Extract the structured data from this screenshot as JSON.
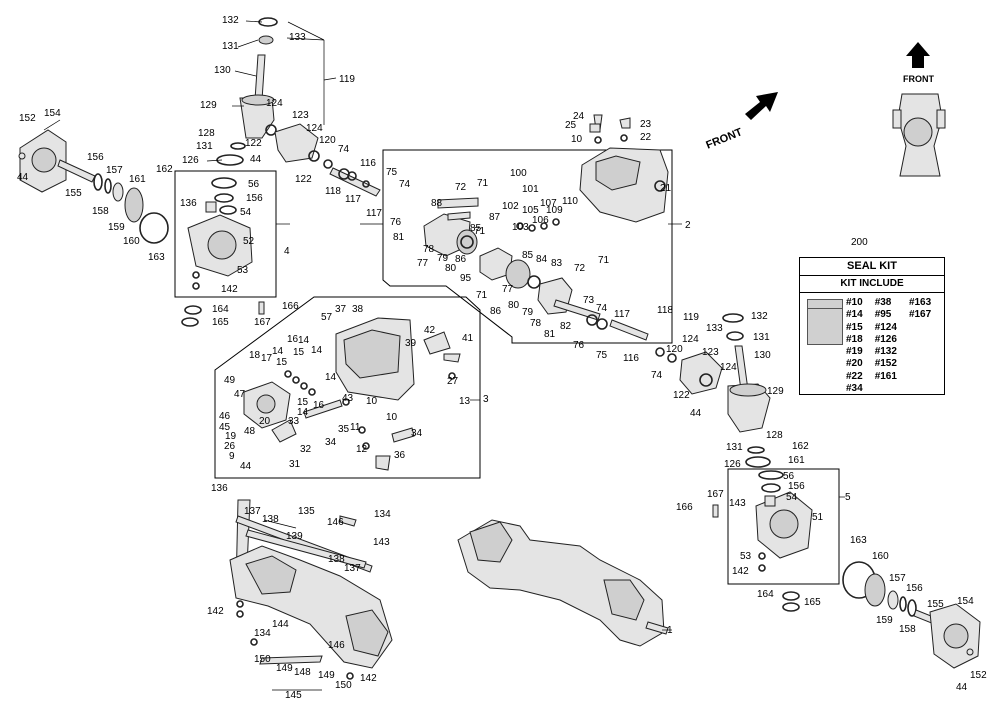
{
  "front_indicators": {
    "main_arrow_label": "FRONT",
    "tractor_arrow_label": "FRONT"
  },
  "assembly_number": "1",
  "boxes": {
    "housing_group": "2",
    "valve_group": "3",
    "left_hub": "4",
    "right_hub": "5",
    "steering_upper": "119",
    "steering_right": "119"
  },
  "seal_kit": {
    "number": "200",
    "title": "SEAL KIT",
    "subtitle": "KIT INCLUDE",
    "columns": [
      [
        "#10",
        "#14",
        "#15",
        "#18",
        "#19",
        "#20",
        "#22",
        "#34"
      ],
      [
        "#38",
        "#95",
        "#124",
        "#126",
        "#132",
        "#152",
        "#161"
      ],
      [
        "#163",
        "#167"
      ]
    ]
  },
  "callouts": [
    "132",
    "131",
    "133",
    "130",
    "119",
    "129",
    "124",
    "128",
    "123",
    "131",
    "122",
    "124",
    "126",
    "120",
    "44",
    "122",
    "74",
    "118",
    "117",
    "116",
    "117",
    "75",
    "74",
    "76",
    "152",
    "154",
    "44",
    "156",
    "155",
    "157",
    "158",
    "159",
    "160",
    "163",
    "161",
    "162",
    "56",
    "136",
    "156",
    "54",
    "52",
    "53",
    "142",
    "4",
    "164",
    "165",
    "166",
    "167",
    "24",
    "25",
    "10",
    "23",
    "22",
    "21",
    "100",
    "101",
    "102",
    "105",
    "106",
    "107",
    "109",
    "110",
    "103",
    "72",
    "71",
    "88",
    "87",
    "71",
    "85",
    "86",
    "81",
    "78",
    "79",
    "77",
    "80",
    "95",
    "85",
    "84",
    "83",
    "71",
    "77",
    "80",
    "79",
    "78",
    "81",
    "82",
    "72",
    "73",
    "74",
    "86",
    "71",
    "76",
    "75",
    "2",
    "57",
    "37",
    "38",
    "42",
    "39",
    "41",
    "27",
    "13",
    "3",
    "18",
    "17",
    "14",
    "16",
    "15",
    "14",
    "15",
    "14",
    "49",
    "47",
    "46",
    "45",
    "19",
    "26",
    "9",
    "44",
    "48",
    "20",
    "33",
    "34",
    "32",
    "31",
    "35",
    "12",
    "11",
    "10",
    "43",
    "10",
    "34",
    "36",
    "14",
    "15",
    "16",
    "14",
    "117",
    "116",
    "74",
    "118",
    "119",
    "133",
    "124",
    "120",
    "122",
    "44",
    "123",
    "132",
    "131",
    "130",
    "124",
    "129",
    "128",
    "162",
    "131",
    "161",
    "126",
    "56",
    "156",
    "54",
    "143",
    "51",
    "53",
    "142",
    "167",
    "166",
    "5",
    "164",
    "165",
    "163",
    "160",
    "157",
    "156",
    "155",
    "154",
    "159",
    "158",
    "152",
    "44",
    "136",
    "137",
    "138",
    "135",
    "139",
    "146",
    "134",
    "143",
    "138",
    "137",
    "142",
    "134",
    "150",
    "144",
    "146",
    "149",
    "148",
    "150",
    "149",
    "145",
    "142",
    "1"
  ]
}
